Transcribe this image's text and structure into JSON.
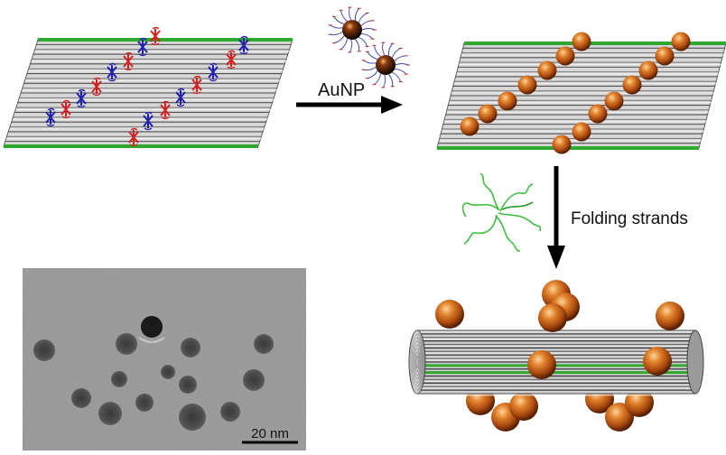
{
  "labels": {
    "step1_arrow": "AuNP",
    "step2_arrow": "Folding strands",
    "scale_bar": "20 nm"
  },
  "colors": {
    "background": "#ffffff",
    "edge_strands": "#2fa82f",
    "gold_particle": "#c8641a",
    "probe_red": "#d42020",
    "probe_blue": "#2020b0",
    "folding_strand": "#3fbf3f",
    "tem_background": "#8e8e8e"
  }
}
